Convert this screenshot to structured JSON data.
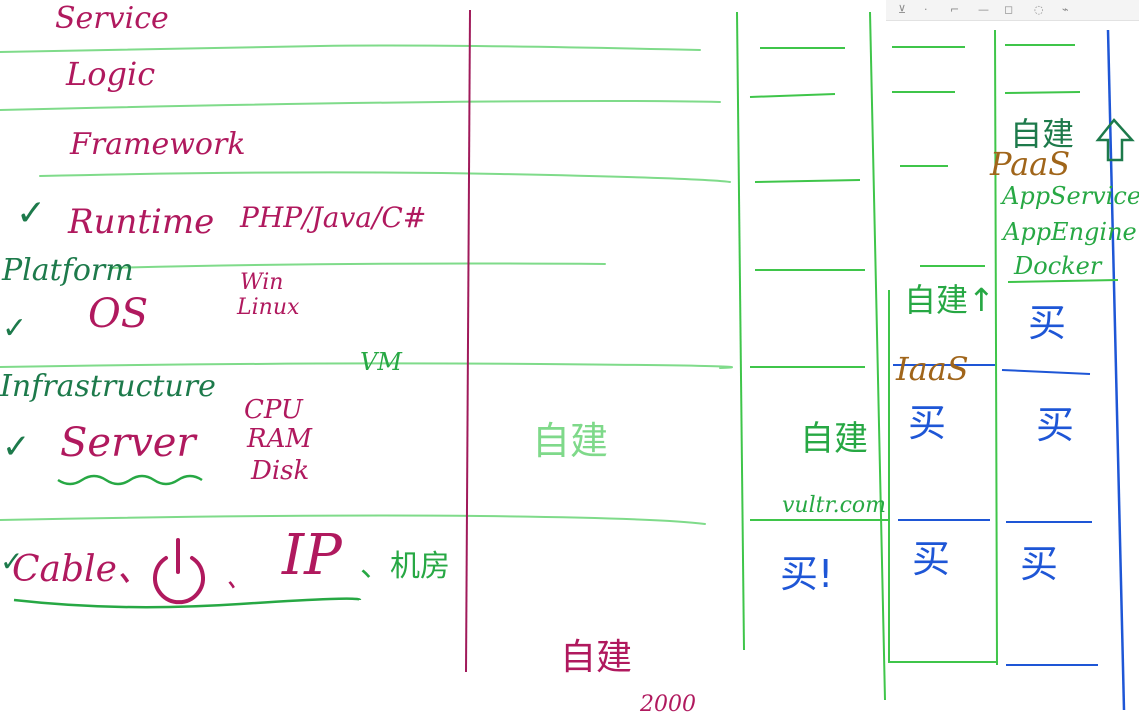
{
  "left_column": {
    "layers": [
      "Service",
      "Logic",
      "Framework",
      "Runtime",
      "OS",
      "Server"
    ],
    "categories": {
      "platform": "Platform",
      "infrastructure": "Infrastructure"
    },
    "checkmarks": [
      "✓",
      "✓",
      "✓",
      "✓"
    ],
    "runtime_examples": "PHP/Java/C#",
    "os_examples": [
      "Win",
      "Linux"
    ],
    "vm": "VM",
    "server_parts": [
      "CPU",
      "RAM",
      "Disk"
    ],
    "network_line": {
      "cable": "Cable、",
      "power_sep": "、",
      "ip": "IP",
      "room": "、机房"
    }
  },
  "columns": {
    "self_build_green": "自建",
    "self_build_bottom": "自建",
    "bottom_number": "2000",
    "vps": {
      "self_build": "自建",
      "site": "vultr.com",
      "buy": "买!"
    },
    "iaas": {
      "label": "IaaS",
      "self_build": "自建↑",
      "buy": [
        "买",
        "买"
      ]
    },
    "paas": {
      "label": "PaaS",
      "self_build": "自建",
      "services": [
        "AppService",
        "AppEngine",
        "Docker"
      ],
      "buy": [
        "买",
        "买",
        "买"
      ]
    }
  },
  "toolbar": {
    "items": [
      "⊻",
      "·",
      "⌐",
      "—",
      "◻",
      "◌",
      "⌁"
    ]
  }
}
